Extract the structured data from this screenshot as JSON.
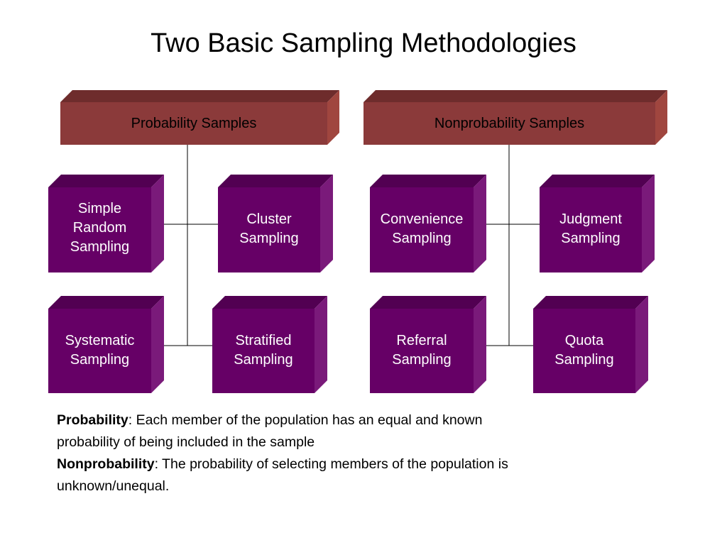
{
  "title": "Two Basic Sampling Methodologies",
  "colors": {
    "header_front": "#8b3a3a",
    "header_top": "#6e2c2c",
    "header_side": "#a0463f",
    "method_front": "#660066",
    "method_top": "#520052",
    "method_side": "#7a1a7a",
    "connector": "#000000"
  },
  "groups": [
    {
      "header": "Probability Samples",
      "methods": [
        "Simple\nRandom\nSampling",
        "Cluster\nSampling",
        "Systematic\nSampling",
        "Stratified\nSampling"
      ]
    },
    {
      "header": "Nonprobability Samples",
      "methods": [
        "Convenience\nSampling",
        "Judgment\nSampling",
        "Referral\nSampling",
        "Quota\nSampling"
      ]
    }
  ],
  "definitions": [
    {
      "term": "Probability",
      "text": ": Each member of the population has an equal and known probability of being included in the sample"
    },
    {
      "term": "Nonprobability",
      "text": ": The probability of selecting members of the population is unknown/unequal."
    }
  ]
}
